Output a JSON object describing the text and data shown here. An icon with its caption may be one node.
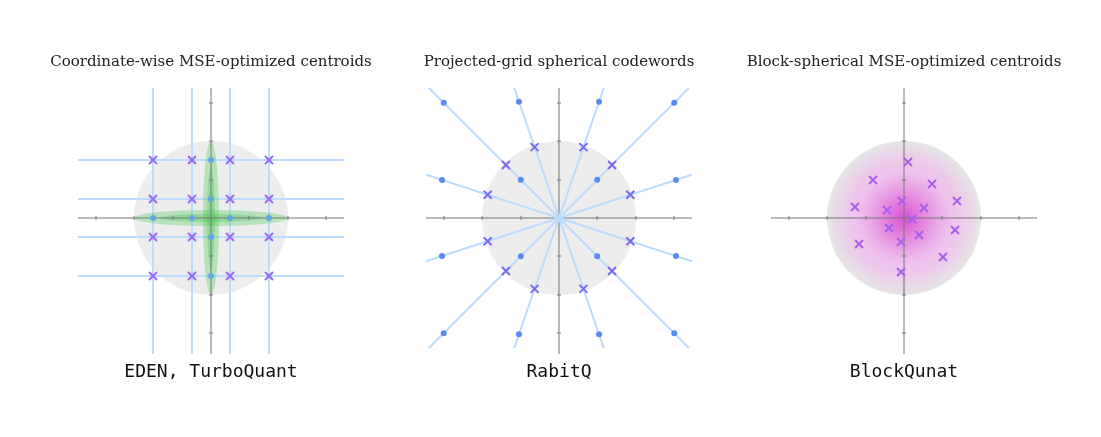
{
  "diagram": {
    "nodes": [
      {
        "text": [
          "Coordinate-wise MSE-optimized centroids",
          "EDEN, TurboQuant"
        ]
      },
      {
        "text": [
          "Projected-grid spherical codewords",
          "RabitQ"
        ]
      },
      {
        "text": [
          "Block-spherical MSE-optimized centroids",
          "BlockQunat"
        ]
      }
    ]
  }
}
